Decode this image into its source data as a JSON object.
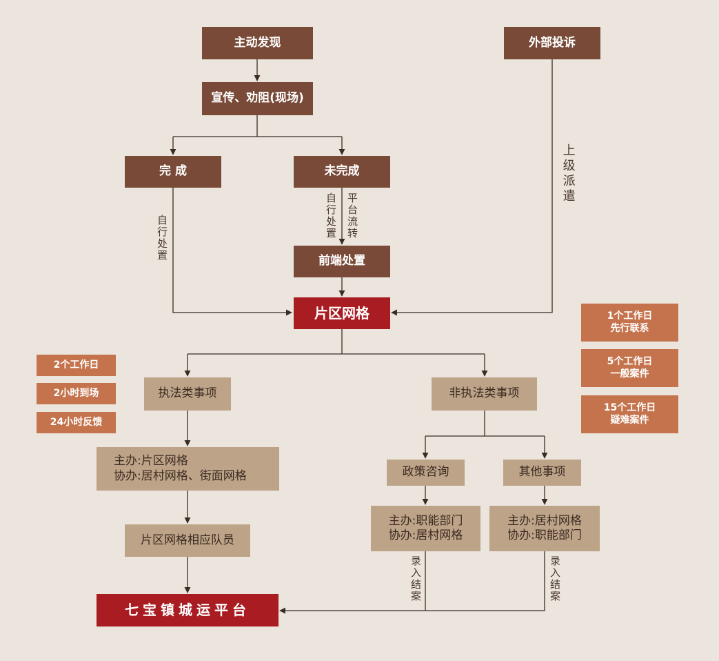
{
  "nodes": {
    "active_discovery": "主动发现",
    "external_complaint": "外部投诉",
    "publicity": "宣传、劝阻(现场)",
    "completed": "完 成",
    "not_completed": "未完成",
    "front_handling": "前端处置",
    "grid_area": "片区网格",
    "enforcement": "执法类事项",
    "non_enforcement": "非执法类事项",
    "enforcement_lead": "主办:片区网格",
    "enforcement_assist": "协办:居村网格、街面网格",
    "grid_staff": "片区网格相应队员",
    "policy_consult": "政策咨询",
    "other_matters": "其他事项",
    "policy_lead": "主办:职能部门",
    "policy_assist": "协办:居村网格",
    "other_lead": "主办:居村网格",
    "other_assist": "协办:职能部门",
    "platform": "七宝镇城运平台"
  },
  "edge_labels": {
    "self_handle_left": "自行处置",
    "self_handle_mid": "自行处置",
    "platform_transfer": "平台流转",
    "higher_dispatch": "上级派遣",
    "record_close_left": "录入结案",
    "record_close_right": "录入结案"
  },
  "left_badges": [
    "2个工作日",
    "2小时到场",
    "24小时反馈"
  ],
  "right_badges": [
    {
      "line1": "1个工作日",
      "line2": "先行联系"
    },
    {
      "line1": "5个工作日",
      "line2": "一般案件"
    },
    {
      "line1": "15个工作日",
      "line2": "疑难案件"
    }
  ],
  "colors": {
    "background": "#ece5de",
    "dark_box": "#794a38",
    "red_box": "#a91c22",
    "tan_box": "#bda489",
    "orange_badge": "#c5734c",
    "connector": "#3a2c24"
  }
}
